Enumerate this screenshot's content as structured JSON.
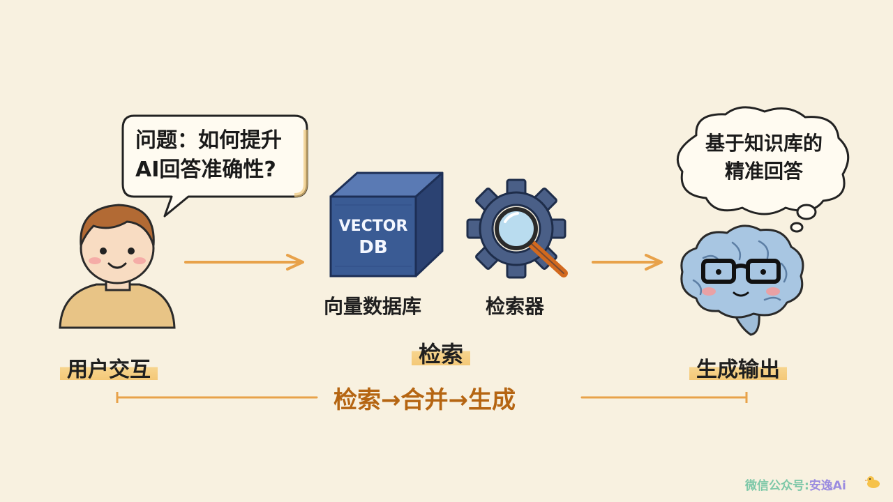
{
  "user": {
    "question_line1": "问题：如何提升",
    "question_line2": "AI回答准确性?",
    "label": "用户交互"
  },
  "vector_db": {
    "cube_text_line1": "VECTOR",
    "cube_text_line2": "DB",
    "label": "向量数据库"
  },
  "retriever": {
    "label": "检索器"
  },
  "retrieval_group_label": "检索",
  "output": {
    "thought_line1": "基于知识库的",
    "thought_line2": "精准回答",
    "label": "生成输出"
  },
  "flow_text": "检索→合并→生成",
  "watermark": {
    "prefix": "微信公众号:",
    "name": "安逸Ai"
  },
  "colors": {
    "background": "#f8f1e0",
    "arrow": "#e8a24a",
    "cube": "#3a5b94",
    "gear": "#4a5f87",
    "flow_text": "#b56512"
  }
}
